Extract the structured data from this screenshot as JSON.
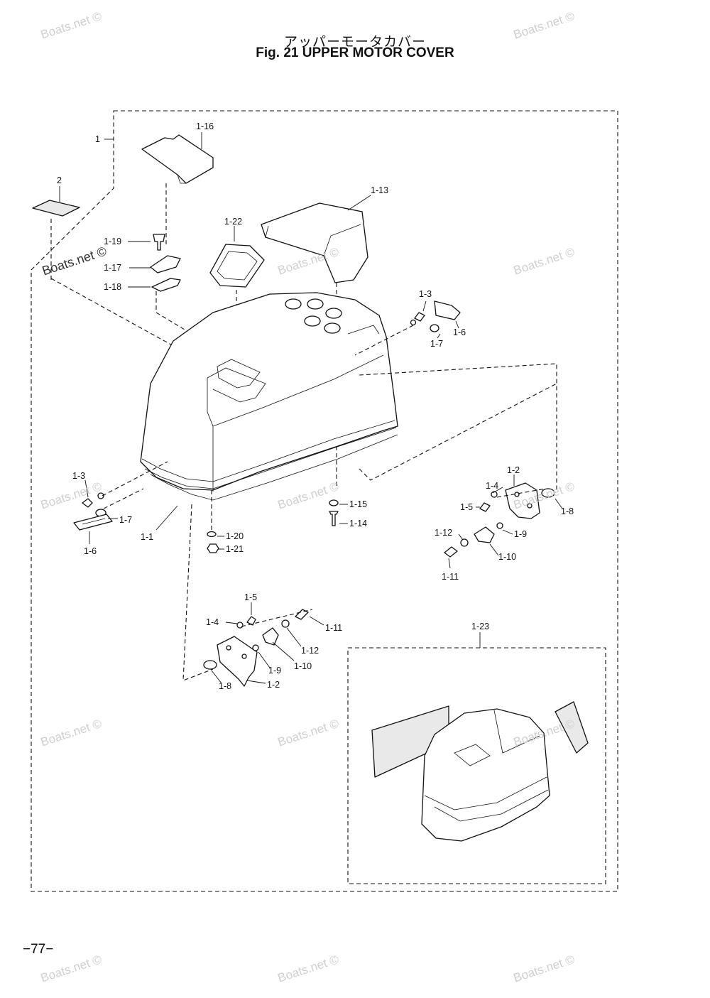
{
  "title_jp": "アッパーモータカバー",
  "title_en": "Fig. 21   UPPER MOTOR COVER",
  "page_number": "−77−",
  "watermark": "Boats.net ©",
  "labels": {
    "p1": "1",
    "p2": "2",
    "p1_1": "1-1",
    "p1_2": "1-2",
    "p1_3": "1-3",
    "p1_4": "1-4",
    "p1_5": "1-5",
    "p1_6": "1-6",
    "p1_7": "1-7",
    "p1_8": "1-8",
    "p1_9": "1-9",
    "p1_10": "1-10",
    "p1_11": "1-11",
    "p1_12": "1-12",
    "p1_13": "1-13",
    "p1_14": "1-14",
    "p1_15": "1-15",
    "p1_16": "1-16",
    "p1_17": "1-17",
    "p1_18": "1-18",
    "p1_19": "1-19",
    "p1_20": "1-20",
    "p1_21": "1-21",
    "p1_22": "1-22",
    "p1_23": "1-23"
  }
}
